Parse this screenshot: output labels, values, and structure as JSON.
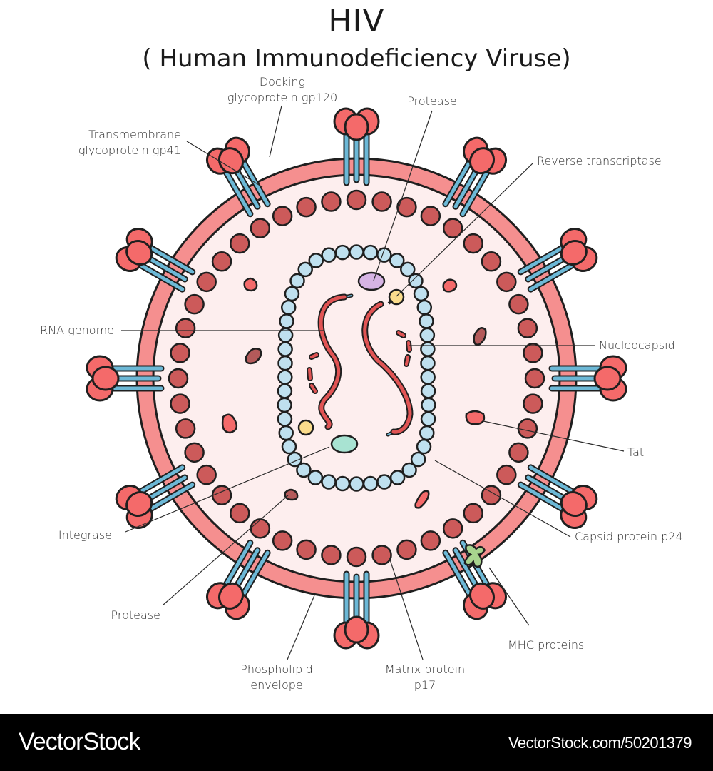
{
  "title": "HIV",
  "subtitle": "( Human Immunodeficiency Viruse)",
  "labels": {
    "gp120": [
      "Docking",
      "glycoprotein gp120"
    ],
    "gp41": [
      "Transmembrane",
      "glycoprotein gp41"
    ],
    "protease_top": "Protease",
    "reverse_transcriptase": "Reverse transcriptase",
    "rna_genome": "RNA genome",
    "nucleocapsid": "Nucleocapsid",
    "tat": "Tat",
    "integrase": "Integrase",
    "capsid": "Capsid protein p24",
    "protease_bottom": "Protease",
    "mhc": "MHC proteins",
    "phospholipid": [
      "Phospholipid",
      "envelope"
    ],
    "matrix": [
      "Matrix protein",
      "p17"
    ]
  },
  "colors": {
    "outline": "#1f1f1f",
    "membrane": "#f58f8f",
    "interior": "#fdeeee",
    "matrix_protein": "#cc5a5a",
    "capsid_bead": "#bfe0ef",
    "spike_knob": "#f46a6a",
    "spike_stem": "#6cb8d6",
    "rna": "#e05454",
    "protease": "#d6b4e4",
    "reverse_transcriptase": "#fbdc8c",
    "integrase": "#a8e3d2",
    "mhc": "#a8d48e",
    "tat": "#f46a6a",
    "dark_particle": "#b45a5a"
  },
  "footer": {
    "brand": "VectorStock",
    "url": "VectorStock.com/50201379"
  }
}
